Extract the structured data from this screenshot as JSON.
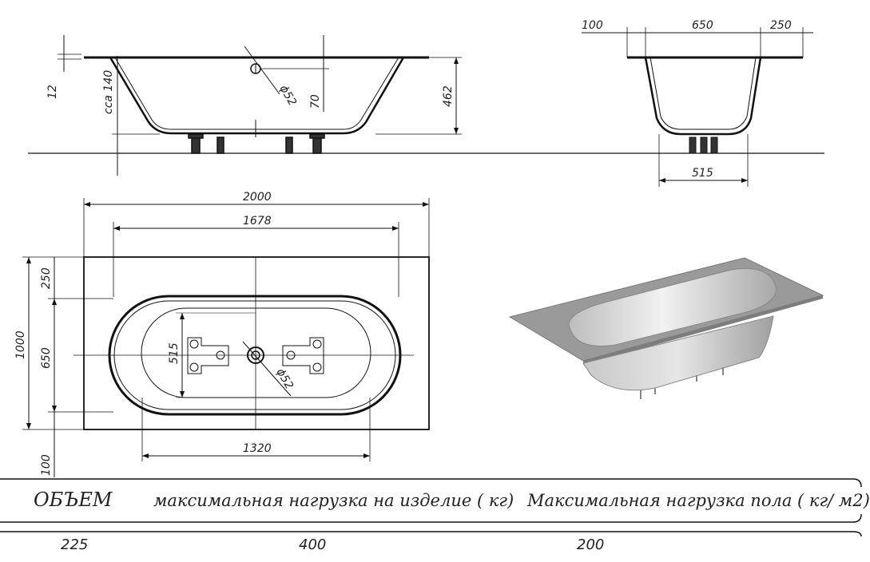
{
  "dimensions": {
    "side_12": "12",
    "side_140": "cca 140",
    "side_d52": "ϕ52",
    "side_70": "70",
    "side_462": "462",
    "end_100": "100",
    "end_650": "650",
    "end_250": "250",
    "end_515": "515",
    "top_2000": "2000",
    "top_1678": "1678",
    "top_250": "250",
    "top_1000": "1000",
    "top_650": "650",
    "top_515": "515",
    "top_d52": "ϕ52",
    "top_1320": "1320",
    "top_100": "100"
  },
  "table": {
    "headers": [
      "ОБЪЕМ",
      "максимальная нагрузка на изделие ( кг)",
      "Максимальная нагрузка пола ( кг/ м2)"
    ],
    "values": [
      "225",
      "400",
      "200"
    ]
  },
  "colors": {
    "line": "#111111",
    "tub_fill": "#9a9a9a",
    "tub_inner": "#d8d8d8"
  }
}
